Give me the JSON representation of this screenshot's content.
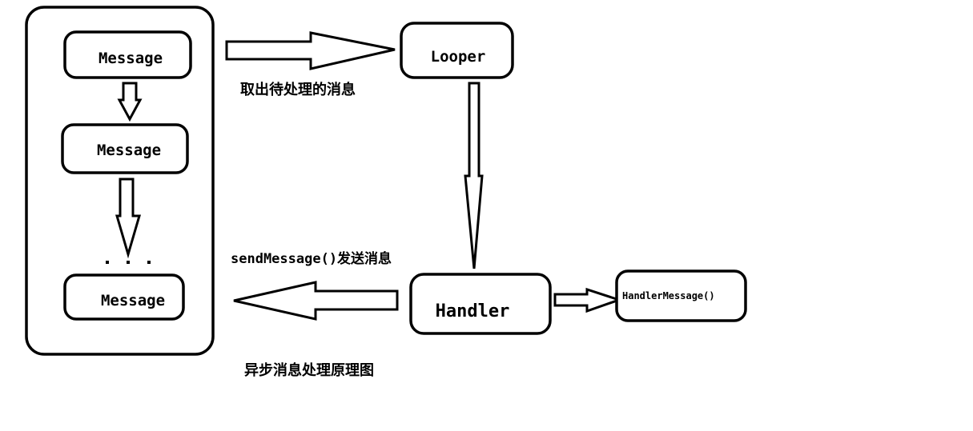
{
  "diagram": {
    "title": "异步消息处理原理图",
    "queue": {
      "messages": [
        "Message",
        "Message",
        "Message"
      ],
      "ellipsis": ". . ."
    },
    "nodes": {
      "looper": "Looper",
      "handler": "Handler",
      "handle_message": "HandlerMessage()"
    },
    "edges": {
      "queue_to_looper": "取出待处理的消息",
      "handler_to_queue": "sendMessage()发送消息"
    }
  }
}
